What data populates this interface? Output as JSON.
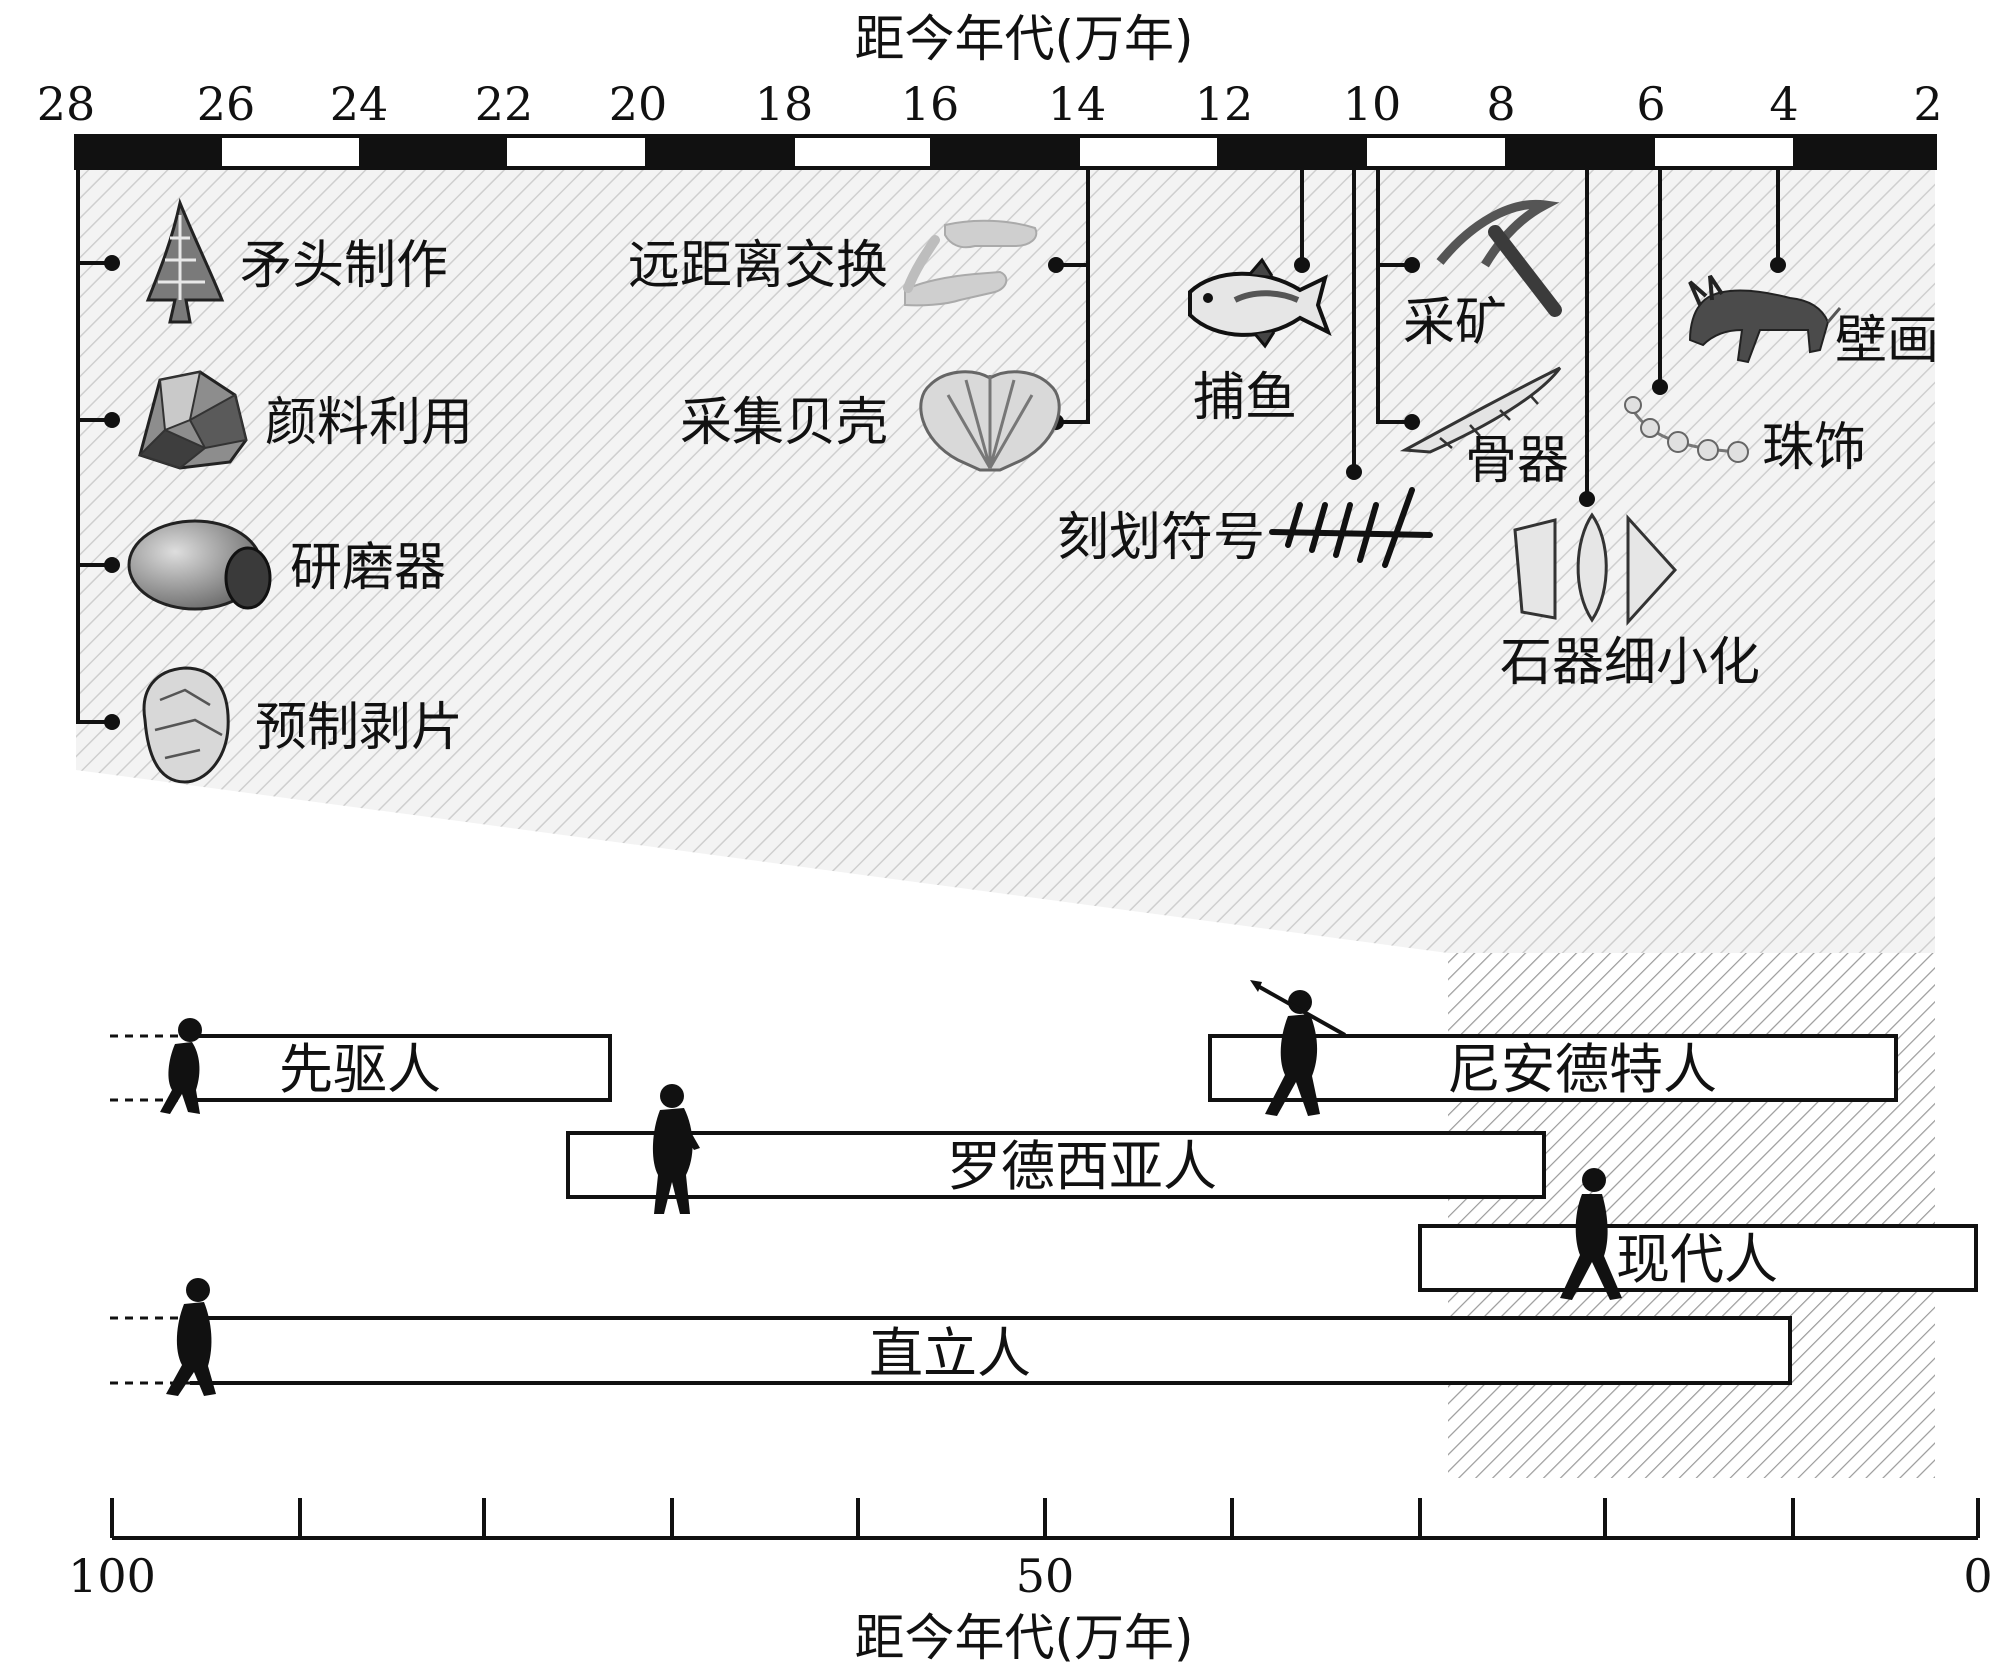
{
  "top_axis": {
    "title": "距今年代(万年)",
    "ticks": [
      "28",
      "26",
      "24",
      "22",
      "20",
      "18",
      "16",
      "14",
      "12",
      "10",
      "8",
      "6",
      "4",
      "2"
    ]
  },
  "bottom_axis": {
    "title": "距今年代(万年)",
    "labels": [
      "100",
      "50",
      "0"
    ]
  },
  "behaviors": {
    "spearhead": "矛头制作",
    "pigment": "颜料利用",
    "grindstone": "研磨器",
    "prepared_flake": "预制剥片",
    "exchange": "远距离交换",
    "shells": "采集贝壳",
    "fishing": "捕鱼",
    "engraving": "刻划符号",
    "mining": "采矿",
    "bone_tools": "骨器",
    "microliths": "石器细小化",
    "beads": "珠饰",
    "cave_art": "壁画"
  },
  "species": {
    "antecessor": "先驱人",
    "neanderthal": "尼安德特人",
    "rhodesiensis": "罗德西亚人",
    "modern": "现代人",
    "erectus": "直立人"
  },
  "icons": [
    "spearhead-icon",
    "crystal-icon",
    "grindstone-icon",
    "flake-icon",
    "hands-icon",
    "shell-icon",
    "fish-icon",
    "tally-icon",
    "pickaxe-icon",
    "bone-harpoon-icon",
    "microlith-icon",
    "bead-string-icon",
    "animal-painting-icon",
    "hominin-silhouette-icon"
  ]
}
